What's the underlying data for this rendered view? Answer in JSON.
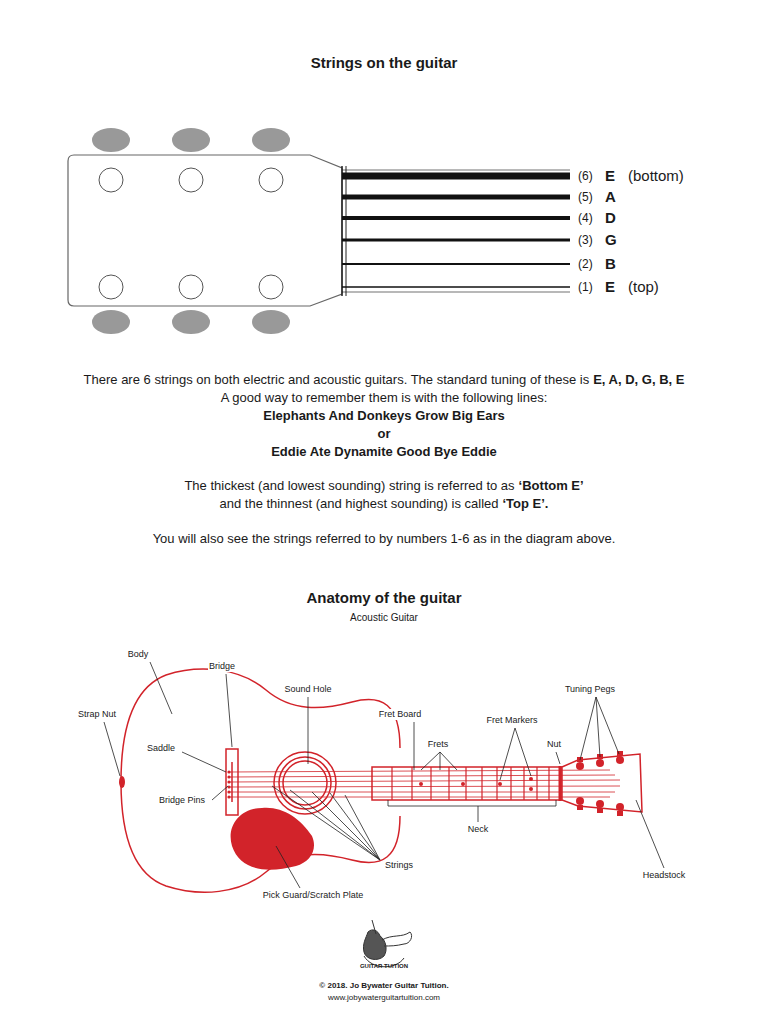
{
  "diagram": {
    "title": "Strings on the guitar",
    "labels": [
      "(6)",
      "E",
      "(bottom)",
      "(5)",
      "A",
      "(4)",
      "D",
      "(3)",
      "G",
      "(2)",
      "B",
      "(1)",
      "E",
      "(top)",
      "There are 6 strings on both electric and acoustic guitars.  The standard tuning of these is",
      "E, A, D, G, B, E",
      "A good way to remember them is with the following lines:",
      "Elephants And Donkeys Grow Big Ears",
      "or",
      "Eddie Ate Dynamite Good Bye Eddie",
      "The thickest (and lowest sounding) string is referred to as",
      "‘Bottom E’",
      "and the thinnest (and highest sounding) is called",
      "‘Top E’.",
      "You will also see the strings referred to by numbers 1-6 as in the diagram above.",
      "Anatomy of the guitar",
      "Acoustic Guitar",
      "Body",
      "Bridge",
      "Sound Hole",
      "Strap Nut",
      "Tuning Pegs",
      "Fret Board",
      "Fret Markers",
      "Saddle",
      "Frets",
      "Nut",
      "Bridge Pins",
      "Neck",
      "Strings",
      "Headstock",
      "Pick Guard/Scratch Plate",
      "GUITAR TUITION",
      "© 2018.  Jo Bywater Guitar Tuition.",
      "www.jobywaterguitartuition.com"
    ]
  }
}
